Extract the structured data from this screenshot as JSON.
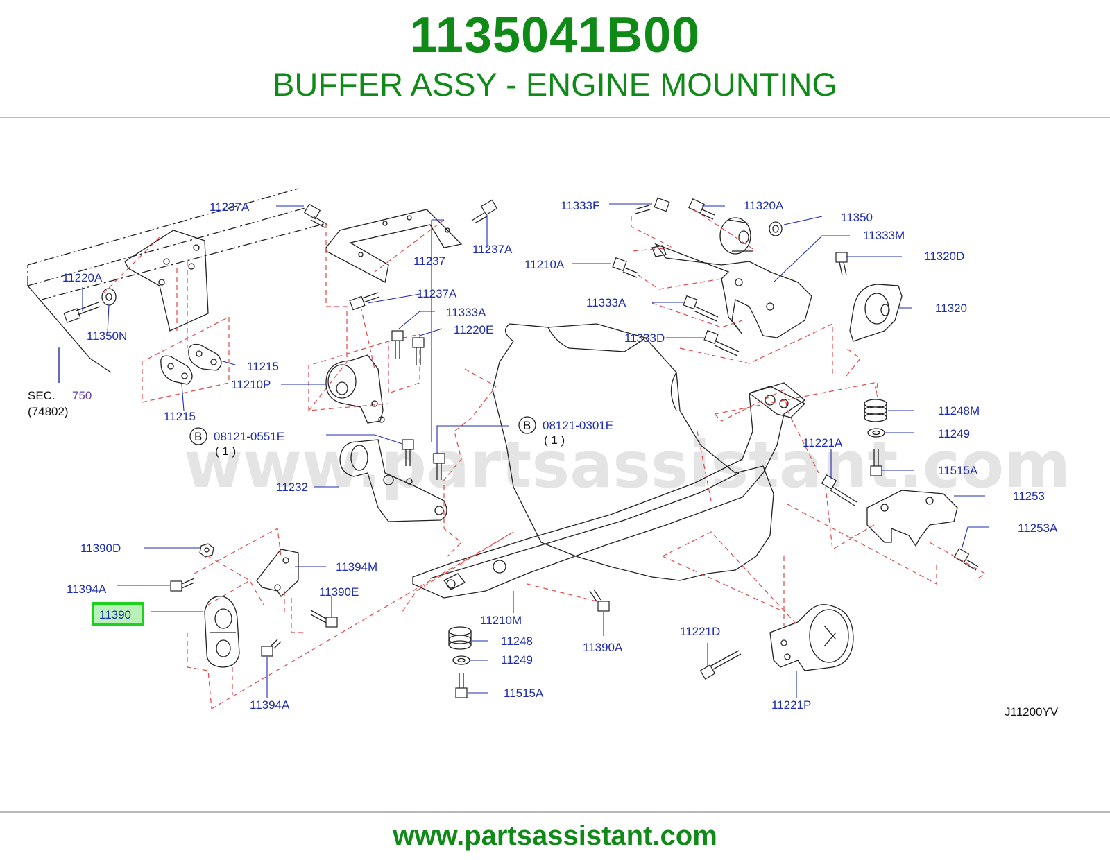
{
  "header": {
    "part_number": "1135041B00",
    "title": "BUFFER ASSY - ENGINE MOUNTING"
  },
  "watermark": "www.partsassistant.com",
  "footer": {
    "url": "www.partsassistant.com"
  },
  "diagram": {
    "code": "J11200YV",
    "highlight_color": "#1fd11f",
    "highlighted_label": "11390",
    "sec_ref": {
      "prefix": "SEC.",
      "number": "750",
      "sub": "(74802)"
    },
    "callouts": {
      "b_left": {
        "letter": "B",
        "part": "08121-0551E",
        "qty": "( 1 )"
      },
      "b_right": {
        "letter": "B",
        "part": "08121-0301E",
        "qty": "( 1 )"
      }
    },
    "labels": [
      "11237A",
      "11237",
      "11237A",
      "11237A",
      "11333F",
      "11320A",
      "11350",
      "11333M",
      "11210A",
      "11320D",
      "11220A",
      "11350N",
      "11333A",
      "11220E",
      "11333A",
      "11320",
      "11333D",
      "11215",
      "11210P",
      "11215",
      "11248M",
      "11249",
      "11221A",
      "11515A",
      "11232",
      "11253",
      "11253A",
      "11390D",
      "11394M",
      "11394A",
      "11390E",
      "11390",
      "11210M",
      "11248",
      "11249",
      "11390A",
      "11221D",
      "11515A",
      "11394A",
      "11221P"
    ]
  }
}
